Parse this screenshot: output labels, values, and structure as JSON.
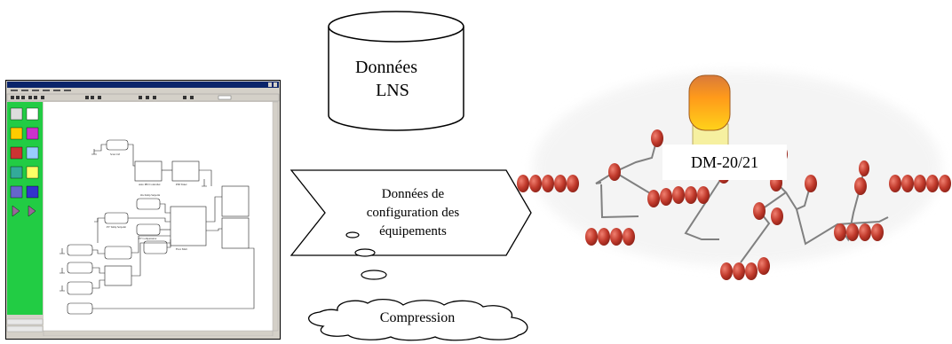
{
  "database": {
    "line1": "Données",
    "line2": "LNS"
  },
  "config_callout": {
    "line1": "Données de",
    "line2": "configuration des",
    "line3": "équipements"
  },
  "compression": {
    "label": "Compression"
  },
  "network": {
    "device_label": "DM-20/21"
  },
  "colors": {
    "node_fill": "#c0392b",
    "node_highlight": "#f08070",
    "link": "#808080",
    "palette_green": "#22cc44",
    "titlebar": "#0a246a",
    "device_top": "#ff9a1a",
    "device_body": "#f6f0a0"
  },
  "icons": [
    "database-cylinder-icon",
    "speech-callout-icon",
    "cloud-icon",
    "device-icon"
  ]
}
